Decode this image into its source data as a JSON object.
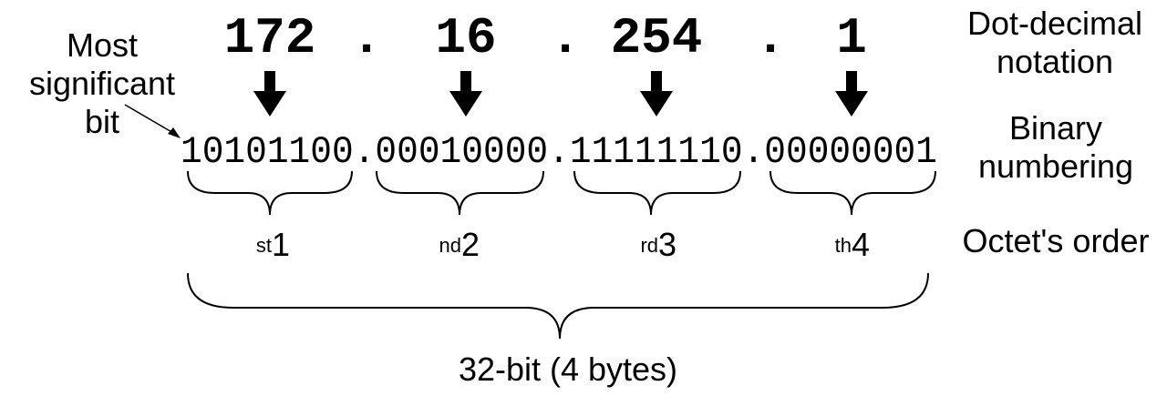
{
  "labels": {
    "dot_decimal": [
      "Dot-decimal",
      "notation"
    ],
    "binary": [
      "Binary",
      "numbering"
    ],
    "octet_order": "Octet's order",
    "msb": [
      "Most",
      "significant",
      "bit"
    ],
    "total": "32-bit (4 bytes)"
  },
  "octets": [
    {
      "decimal": "172",
      "binary": "10101100",
      "ordinal": "1",
      "suffix": "st"
    },
    {
      "decimal": "16",
      "binary": "00010000",
      "ordinal": "2",
      "suffix": "nd"
    },
    {
      "decimal": "254",
      "binary": "11111110",
      "ordinal": "3",
      "suffix": "rd"
    },
    {
      "decimal": "1",
      "binary": "00000001",
      "ordinal": "4",
      "suffix": "th"
    }
  ],
  "separator": "."
}
